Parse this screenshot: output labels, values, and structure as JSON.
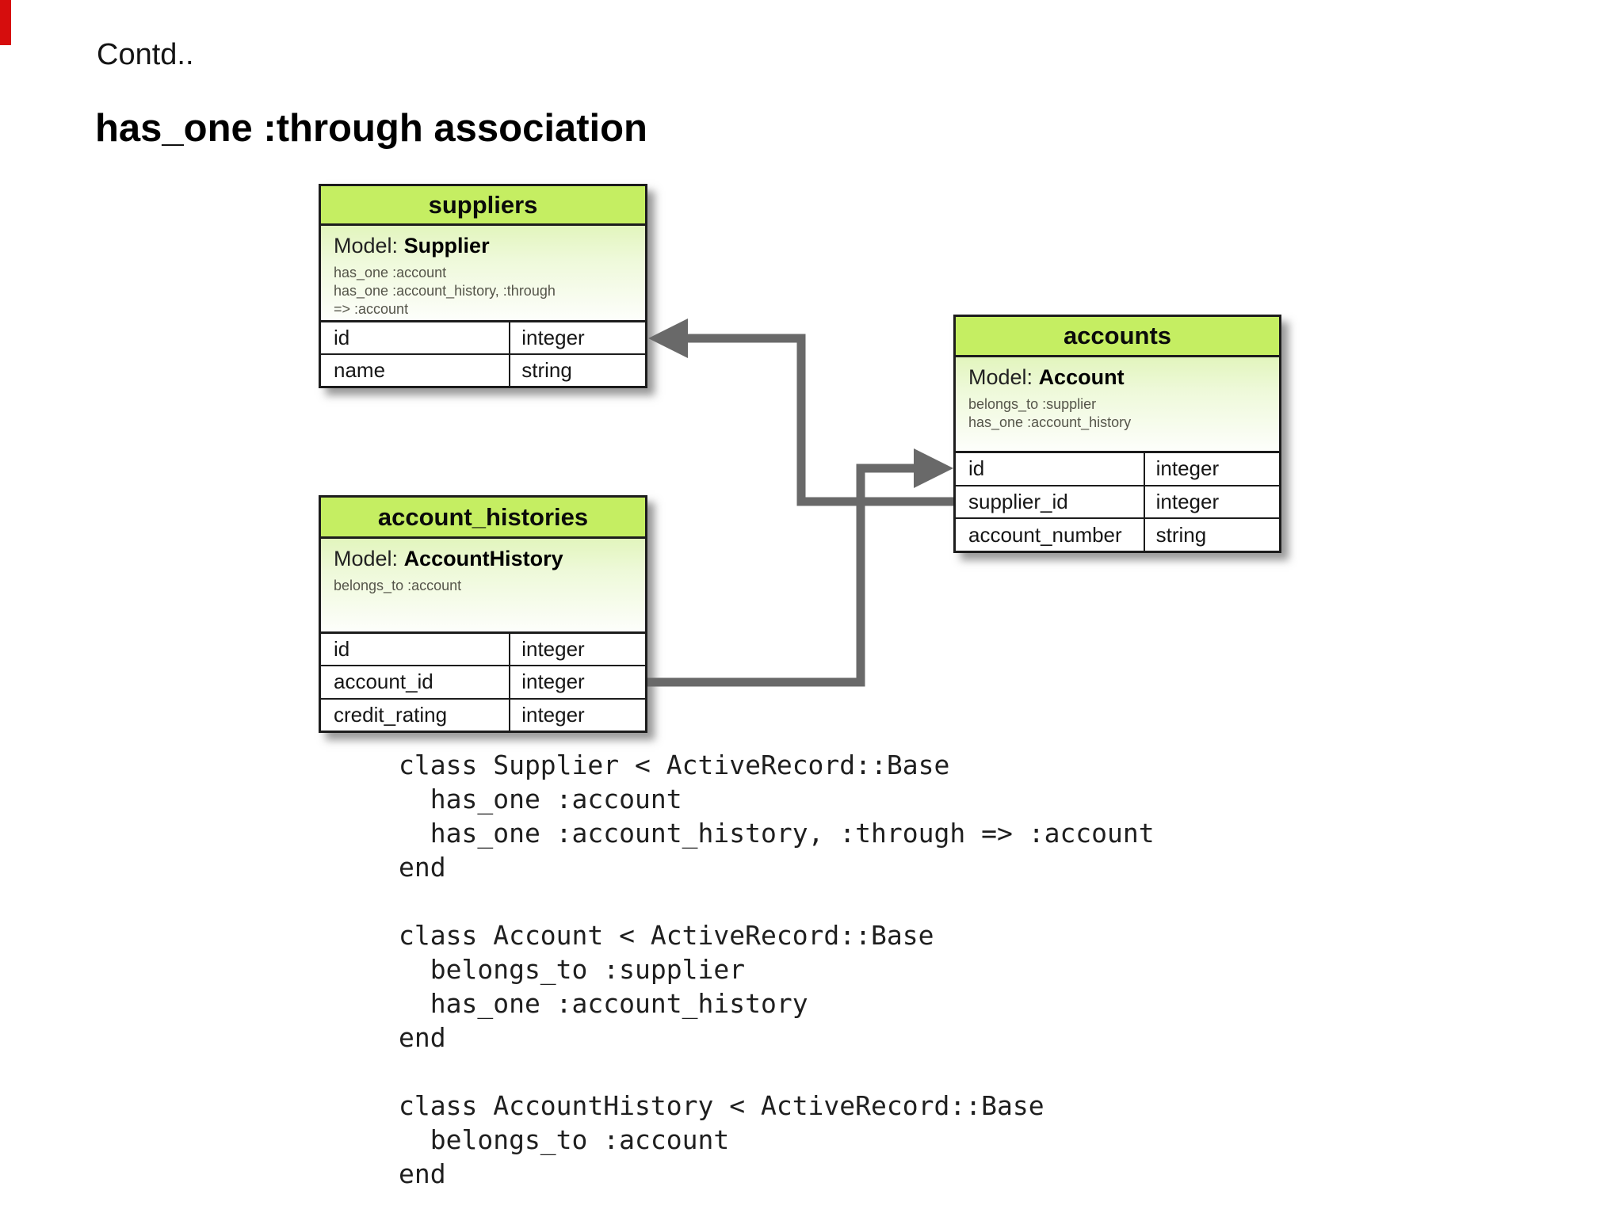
{
  "page": {
    "contd": "Contd..",
    "title": "has_one :through association"
  },
  "tables": [
    {
      "name": "suppliers",
      "model_label": "Model:",
      "model_name": "Supplier",
      "associations": [
        "has_one :account",
        "has_one :account_history, :through",
        "=> :account"
      ],
      "fields": [
        {
          "name": "id",
          "type": "integer"
        },
        {
          "name": "name",
          "type": "string"
        }
      ]
    },
    {
      "name": "accounts",
      "model_label": "Model:",
      "model_name": "Account",
      "associations": [
        "belongs_to :supplier",
        "has_one :account_history"
      ],
      "fields": [
        {
          "name": "id",
          "type": "integer"
        },
        {
          "name": "supplier_id",
          "type": "integer"
        },
        {
          "name": "account_number",
          "type": "string"
        }
      ]
    },
    {
      "name": "account_histories",
      "model_label": "Model:",
      "model_name": "AccountHistory",
      "associations": [
        "belongs_to :account"
      ],
      "fields": [
        {
          "name": "id",
          "type": "integer"
        },
        {
          "name": "account_id",
          "type": "integer"
        },
        {
          "name": "credit_rating",
          "type": "integer"
        }
      ]
    }
  ],
  "code": {
    "lines": [
      "class Supplier < ActiveRecord::Base",
      "  has_one :account",
      "  has_one :account_history, :through => :account",
      "end",
      "",
      "class Account < ActiveRecord::Base",
      "  belongs_to :supplier",
      "  has_one :account_history",
      "end",
      "",
      "class AccountHistory < ActiveRecord::Base",
      "  belongs_to :account",
      "end"
    ]
  },
  "colors": {
    "header_green": "#c5ee62",
    "model_gradient_green": "#e2f5bd",
    "connector_gray": "#696969",
    "accent_red": "#d60d0d"
  }
}
